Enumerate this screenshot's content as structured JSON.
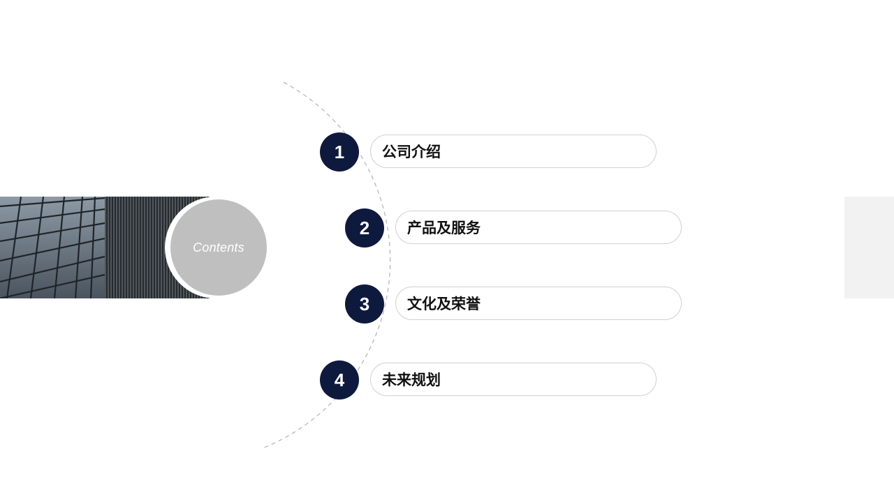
{
  "contents_label": "Contents",
  "colors": {
    "badge_fill": "#0e1a3d",
    "contents_circle": "#bfbfbf",
    "pill_border": "#d0d0d0",
    "side_panel": "#f2f2f2"
  },
  "menu": {
    "items": [
      {
        "number": "1",
        "label": "公司介绍"
      },
      {
        "number": "2",
        "label": "产品及服务"
      },
      {
        "number": "3",
        "label": "文化及荣誉"
      },
      {
        "number": "4",
        "label": "未来规划"
      }
    ]
  }
}
